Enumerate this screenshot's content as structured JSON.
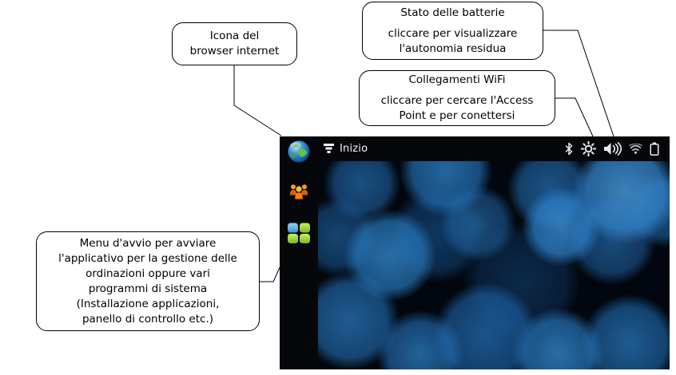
{
  "callouts": {
    "browser_icon": {
      "text": "Icona del\nbrowser internet"
    },
    "battery": {
      "title": "Stato delle batterie",
      "body": "cliccare per visualizzare\nl'autonomia residua"
    },
    "wifi": {
      "title": "Collegamenti WiFi",
      "body": "cliccare per cercare l'Access\nPoint e per conettersi"
    },
    "start_menu": {
      "text": "Menu d'avvio per avviare\nl'applicativo per la gestione delle\nordinazioni oppure vari\nprogrammi di sistema\n(Installazione applicazioni,\npanello di controllo etc.)"
    }
  },
  "device": {
    "taskbar": {
      "home_label": "Inizio",
      "status_icons": [
        "bluetooth-icon",
        "brightness-icon",
        "volume-icon",
        "wifi-icon",
        "battery-icon"
      ]
    },
    "sidebar": {
      "icons": [
        "internet-browser-globe-icon",
        "contacts-icon",
        "app-menu-icon"
      ]
    }
  },
  "colors": {
    "page_background": "#ffffff",
    "callout_border": "#000000",
    "device_chrome": "#05070b",
    "wallpaper_base": "#02070f",
    "bubble_blue": "#2d7ec8",
    "status_icon_white": "#e8ecf0",
    "app_tile_green": "#9bd62f",
    "app_tile_blue": "#63b5e8",
    "contacts_orange": "#f07c10"
  }
}
